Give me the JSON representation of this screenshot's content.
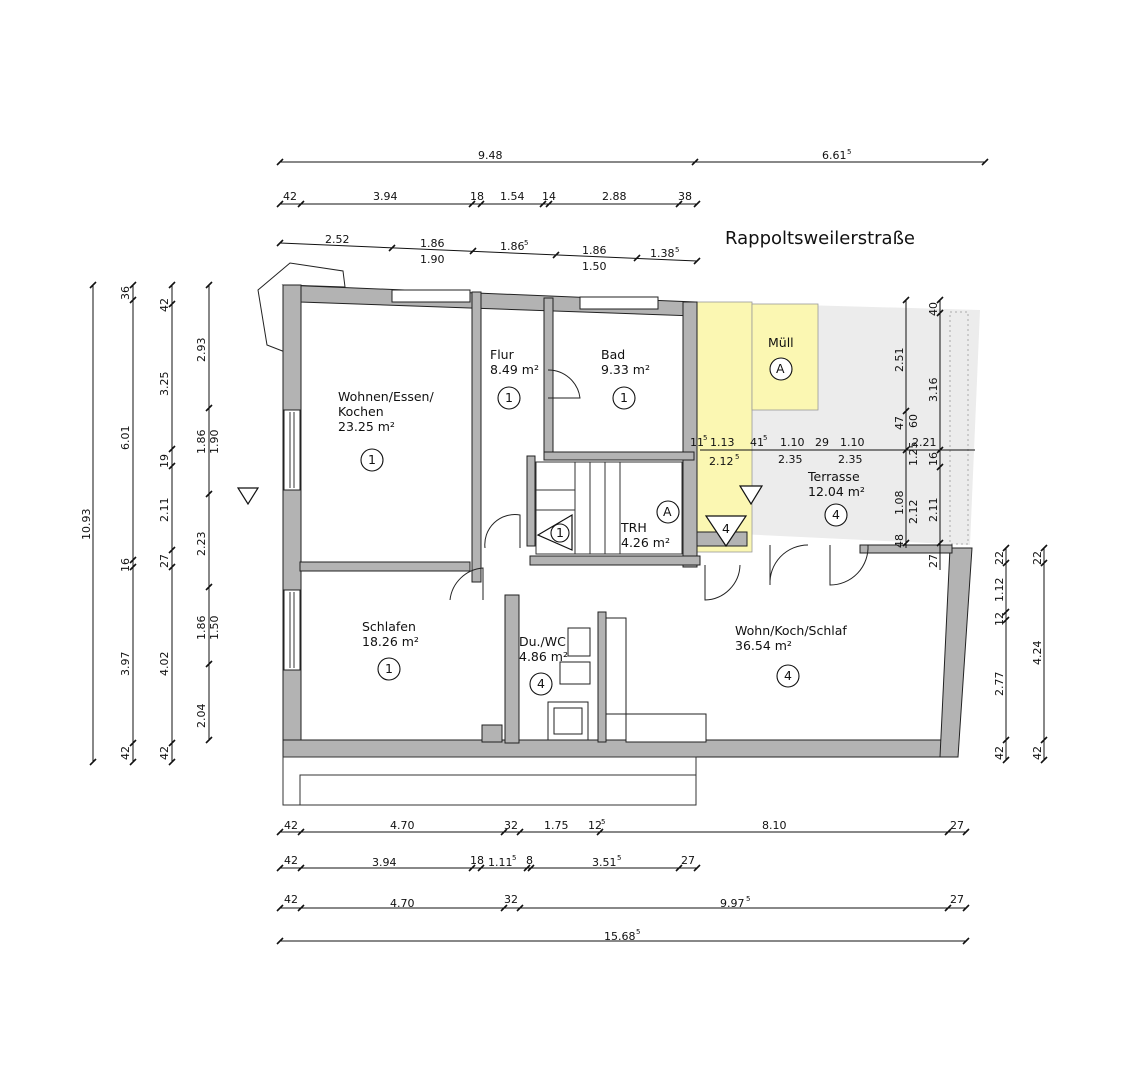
{
  "street": "Rappoltsweilerstraße",
  "rooms": [
    {
      "id": "wohnen",
      "name": "Wohnen/Essen/",
      "name2": "Kochen",
      "area": "23.25 m²",
      "marker": "1"
    },
    {
      "id": "flur",
      "name": "Flur",
      "area": "8.49 m²",
      "marker": "1"
    },
    {
      "id": "bad",
      "name": "Bad",
      "area": "9.33 m²",
      "marker": "1"
    },
    {
      "id": "schlafen",
      "name": "Schlafen",
      "area": "18.26 m²",
      "marker": "1"
    },
    {
      "id": "trh",
      "name": "TRH",
      "area": "4.26 m²",
      "marker": "1"
    },
    {
      "id": "duwc",
      "name": "Du./WC",
      "area": "4.86 m²",
      "marker": "4"
    },
    {
      "id": "wohnkoch",
      "name": "Wohn/Koch/Schlaf",
      "area": "36.54 m²",
      "marker": "4"
    },
    {
      "id": "terrasse",
      "name": "Terrasse",
      "area": "12.04 m²",
      "marker": "4"
    },
    {
      "id": "muell",
      "name": "Müll",
      "marker": "A"
    }
  ],
  "markers": {
    "trh_a": "A",
    "entry_4": "4"
  },
  "dims": {
    "top1": [
      "9.48",
      "6.61"
    ],
    "top2": [
      "42",
      "3.94",
      "18",
      "1.54",
      "14",
      "2.88",
      "38"
    ],
    "top3_upper": [
      "2.52",
      "1.86",
      "1.86",
      "1.86",
      "1.38"
    ],
    "top3_lower": [
      "1.90",
      "1.50"
    ],
    "bottom1": [
      "42",
      "4.70",
      "32",
      "1.75",
      "12",
      "8.10",
      "27"
    ],
    "bottom2": [
      "42",
      "3.94",
      "18",
      "1.11",
      "8",
      "3.51",
      "27"
    ],
    "bottom3": [
      "42",
      "4.70",
      "32",
      "9.97",
      "27"
    ],
    "bottom4": [
      "15.68"
    ],
    "left_total": "10.93",
    "left2": [
      "36",
      "6.01",
      "16",
      "3.97",
      "42"
    ],
    "left3": [
      "42",
      "3.25",
      "19",
      "2.11",
      "27",
      "4.02",
      "42"
    ],
    "left4": [
      "2.93",
      "1.86",
      "1.90",
      "2.23",
      "1.86",
      "1.50",
      "2.04"
    ],
    "right_a": [
      "40",
      "2.51",
      "47",
      "60",
      "16",
      "1.08",
      "2.12",
      "48"
    ],
    "right_b": [
      "3.16",
      "2.21",
      "2.11",
      "27"
    ],
    "right_c": [
      "22",
      "1.12",
      "12",
      "2.77",
      "42"
    ],
    "right_d": [
      "4.24",
      "42"
    ],
    "mid": [
      "11",
      "1.13",
      "41",
      "1.10",
      "29",
      "1.10"
    ],
    "mid_lower": [
      "2.12",
      "2.35",
      "2.35",
      "1.25"
    ]
  },
  "sup": "5",
  "colors": {
    "wall": "#b3b3b3",
    "highlight": "#fbf7b2",
    "terrace": "#ececec"
  }
}
